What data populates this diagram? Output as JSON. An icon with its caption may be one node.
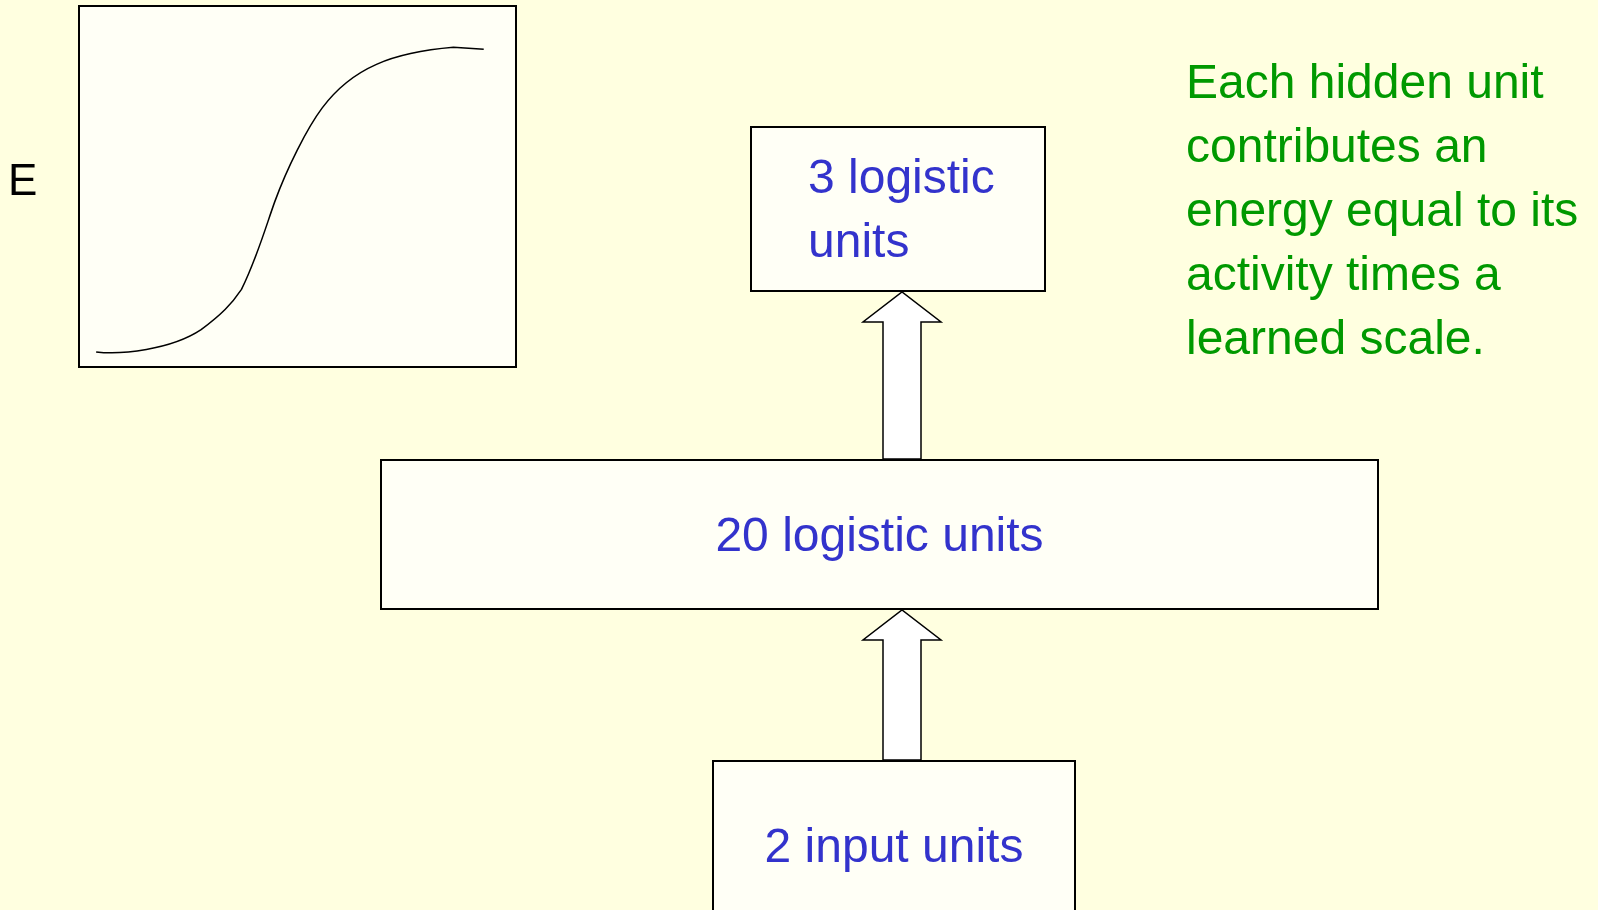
{
  "diagram": {
    "nodes": [
      {
        "text": [
          "3 logistic units"
        ]
      },
      {
        "text": [
          "20 logistic units"
        ]
      },
      {
        "text": [
          "2 input units"
        ]
      }
    ],
    "edges": [
      {
        "from": 2,
        "to": 1,
        "arrow": "to"
      },
      {
        "from": 1,
        "to": 0,
        "arrow": "to"
      }
    ],
    "labels": [
      "E",
      "Each hidden unit contributes an energy equal to its activity times a learned scale."
    ]
  }
}
